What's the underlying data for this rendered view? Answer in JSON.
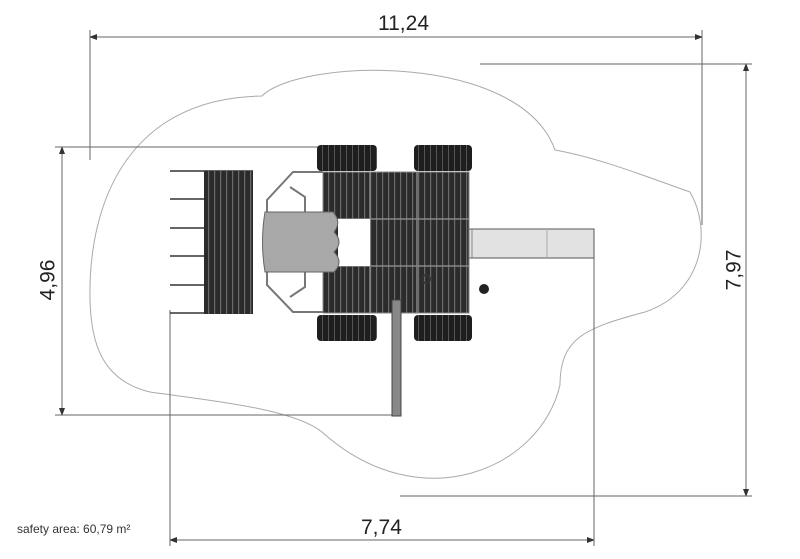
{
  "dimensions": {
    "overall_width": "11,24",
    "overall_depth": "7,97",
    "equipment_depth": "4,96",
    "equipment_width": "7,74"
  },
  "safety_area_label": "safety area: 60,79 m²",
  "colors": {
    "line": "#555555",
    "deck": "#2e2e2e",
    "panel": "#a8a8a8",
    "slide": "#dcdcdc"
  }
}
